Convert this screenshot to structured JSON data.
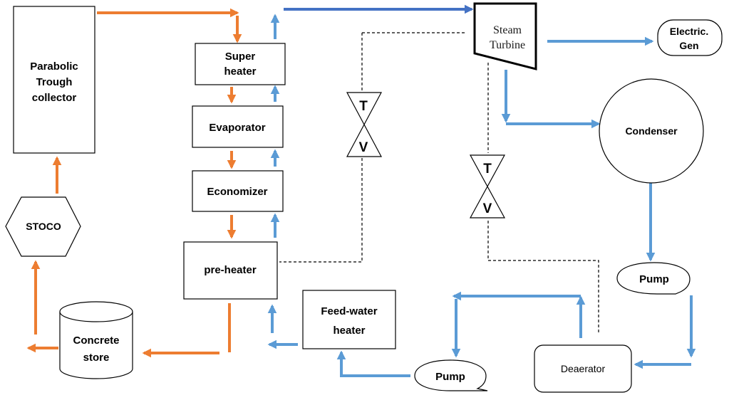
{
  "nodes": {
    "ptc": [
      "Parabolic",
      "Trough",
      "collector"
    ],
    "superheater": [
      "Super",
      "heater"
    ],
    "evaporator": "Evaporator",
    "economizer": "Economizer",
    "preheater": "pre-heater",
    "stoco": "STOCO",
    "concrete": [
      "Concrete",
      "store"
    ],
    "feedwater": [
      "Feed-water",
      "heater"
    ],
    "turbine": [
      "Steam",
      "Turbine"
    ],
    "generator": [
      "Electric.",
      "Gen"
    ],
    "condenser": "Condenser",
    "pump_right": "Pump",
    "pump_bottom": "Pump",
    "deaerator": "Deaerator",
    "valve1": {
      "top": "T",
      "bottom": "V"
    },
    "valve2": {
      "top": "T",
      "bottom": "V"
    }
  },
  "colors": {
    "hot_oil": "#ed7d31",
    "water": "#5b9bd5",
    "steam": "#4472c4"
  }
}
